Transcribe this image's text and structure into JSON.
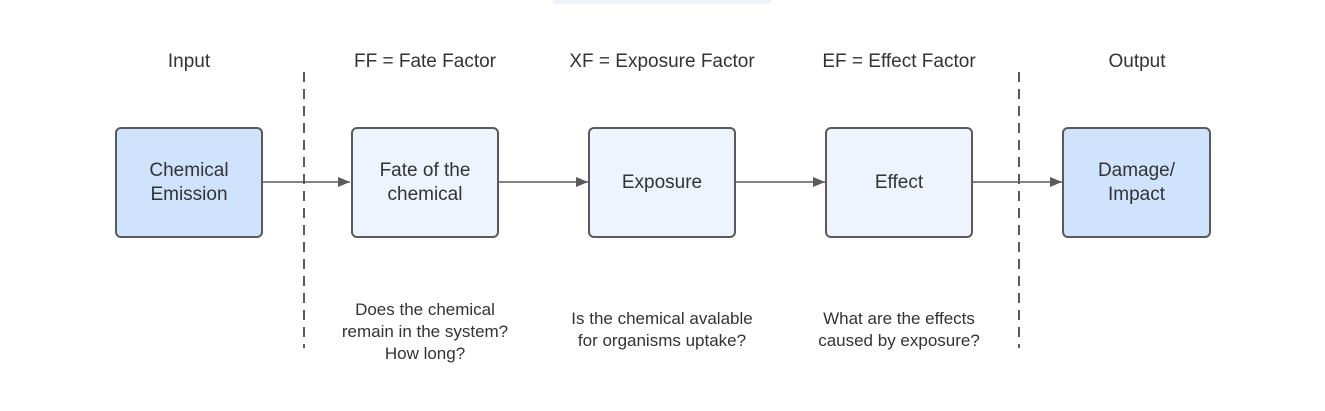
{
  "columns": {
    "input": "Input",
    "fate_factor": "FF = Fate Factor",
    "exposure_factor": "XF = Exposure Factor",
    "effect_factor": "EF = Effect Factor",
    "output": "Output"
  },
  "boxes": {
    "emission": "Chemical\nEmission",
    "fate": "Fate of the\nchemical",
    "exposure": "Exposure",
    "effect": "Effect",
    "damage": "Damage/\nImpact"
  },
  "notes": {
    "fate": "Does the chemical\nremain in the system?\nHow long?",
    "exposure": "Is the chemical avalable\nfor organisms uptake?",
    "effect": "What are the effects\ncaused by exposure?"
  },
  "colors": {
    "io_fill": "#cfe3fd",
    "step_fill": "#edf4fe",
    "stroke": "#5a5a5a"
  }
}
